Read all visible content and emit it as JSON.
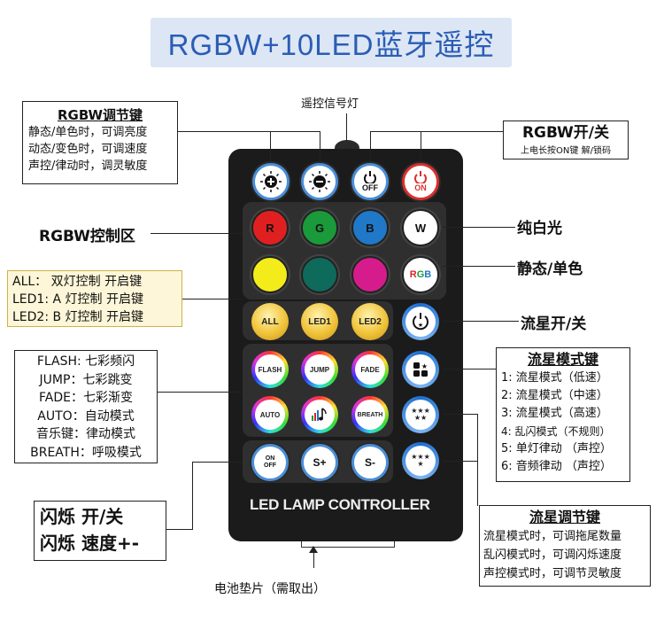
{
  "title": "RGBW+10LED蓝牙遥控",
  "remote": {
    "indicator_label": "遥控信号灯",
    "battery_label": "电池垫片（需取出）",
    "controller_text": "LED LAMP CONTROLLER",
    "top_buttons": {
      "off": "OFF",
      "on": "ON"
    },
    "colors": {
      "r": "R",
      "g": "G",
      "b": "B",
      "w": "W"
    },
    "rgb_button": "RGB",
    "gold_buttons": [
      "ALL",
      "LED1",
      "LED2"
    ],
    "mode_buttons": [
      "FLASH",
      "JUMP",
      "FADE",
      "AUTO",
      "BREATH"
    ],
    "bottom_buttons": {
      "onoff_top": "ON",
      "onoff_bottom": "OFF",
      "s_plus": "S+",
      "s_minus": "S-"
    },
    "swatch_colors": [
      "#e02020",
      "#1a9a3a",
      "#1f78c8",
      "#ffffff",
      "#f4ec1a",
      "#0e6a5a",
      "#d61c8c"
    ]
  },
  "rgbw_adjust": {
    "heading": "RGBW调节键",
    "lines": [
      "静态/单色时，可调亮度",
      "动态/变色时，可调速度",
      "声控/律动时，调灵敏度"
    ]
  },
  "rgbw_switch": {
    "heading": "RGBW开/关",
    "note": "上电长按ON键 解/锁码"
  },
  "rgbw_zone": "RGBW控制区",
  "white_label": "纯白光",
  "static_label": "静态/单色",
  "meteor_switch": "流星开/关",
  "all_led": {
    "lines": [
      "ALL：  双灯控制 开启键",
      "LED1:  A 灯控制 开启键",
      "LED2:  B 灯控制 开启键"
    ]
  },
  "modes": {
    "lines": [
      "FLASH: 七彩频闪",
      "JUMP：七彩跳变",
      "FADE：七彩渐变",
      "AUTO：自动模式",
      "音乐键：律动模式",
      "BREATH：呼吸模式"
    ]
  },
  "flash_box": {
    "line1": "闪烁 开/关",
    "line2": "闪烁 速度+-"
  },
  "meteor_mode": {
    "heading": "流星模式键",
    "lines": [
      "1:  流星模式（低速）",
      "2:  流星模式（中速）",
      "3:  流星模式（高速）",
      "4:  乱闪模式（不规则）",
      "5:  单灯律动 （声控）",
      "6:  音频律动 （声控）"
    ]
  },
  "meteor_adjust": {
    "heading": "流星调节键",
    "lines": [
      "流星模式时，可调拖尾数量",
      "乱闪模式时，可调闪烁速度",
      "声控模式时，可调节灵敏度"
    ]
  }
}
